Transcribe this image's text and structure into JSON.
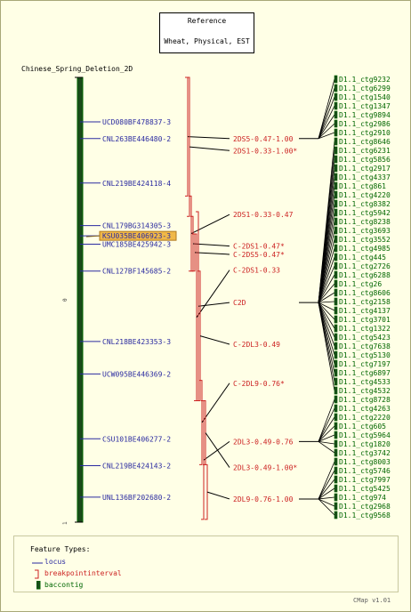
{
  "reference": {
    "title": "Reference",
    "subtitle": "Wheat, Physical, EST"
  },
  "map": {
    "title": "Chinese_Spring_Deletion_2D",
    "scale_start": "0",
    "scale_end": "1",
    "start": 0,
    "end": 1
  },
  "colors": {
    "locus": "#2a2aa0",
    "interval": "#cc2222",
    "contig": "#006600",
    "contig_fill": "#1a4a1a",
    "highlight": "#f0b848",
    "background": "#ffffe6"
  },
  "loci": [
    {
      "label": "UCD080BF478837-3",
      "pos": 0.1,
      "highlight": false
    },
    {
      "label": "CNL263BE446480-2",
      "pos": 0.1375,
      "highlight": false
    },
    {
      "label": "CNL219BE424118-4",
      "pos": 0.2375,
      "highlight": false
    },
    {
      "label": "CNL179BG314305-3",
      "pos": 0.3333,
      "highlight": false
    },
    {
      "label": "KSU035BE406923-3",
      "pos": 0.3563,
      "highlight": true
    },
    {
      "label": "UMC185BE425942-3",
      "pos": 0.375,
      "highlight": false
    },
    {
      "label": "CNL127BF145685-2",
      "pos": 0.4354,
      "highlight": false
    },
    {
      "label": "CNL218BE423353-3",
      "pos": 0.5938,
      "highlight": false
    },
    {
      "label": "UCW095BE446369-2",
      "pos": 0.6667,
      "highlight": false
    },
    {
      "label": "CSU101BE406277-2",
      "pos": 0.8125,
      "highlight": false
    },
    {
      "label": "CNL219BE424143-2",
      "pos": 0.8729,
      "highlight": false
    },
    {
      "label": "UNL136BF202680-2",
      "pos": 0.9438,
      "highlight": false
    }
  ],
  "intervals": [
    {
      "start": 0,
      "end": 0.2667,
      "col": 0,
      "label": "2DS5-0.47-1.00",
      "label_pos": 0.1375
    },
    {
      "start": 0,
      "end": 0.3125,
      "col": 1,
      "label": "2DS1-0.33-1.00*",
      "label_pos": 0.1646
    },
    {
      "start": 0.2667,
      "end": 0.4354,
      "col": 2,
      "label": "2DS1-0.33-0.47",
      "label_pos": 0.3083
    },
    {
      "start": 0.3125,
      "end": 0.4354,
      "col": 3,
      "label": "C-2DS1-0.47*",
      "label_pos": 0.3792
    },
    {
      "start": 0.3521,
      "end": 0.4354,
      "col": 4,
      "label": "C-2DS5-0.47*",
      "label_pos": 0.3979
    },
    {
      "start": 0.3521,
      "end": 0.7271,
      "col": 5,
      "label": "C-2DS1-0.33",
      "label_pos": 0.4333
    },
    {
      "start": 0.3021,
      "end": 0.7271,
      "col": 6,
      "label": "C2D",
      "label_pos": 0.5063
    },
    {
      "start": 0.4354,
      "end": 0.7271,
      "col": 7,
      "label": "C-2DL3-0.49",
      "label_pos": 0.6
    },
    {
      "start": 0.6813,
      "end": 0.8708,
      "col": 8,
      "label": "C-2DL9-0.76*",
      "label_pos": 0.6875
    },
    {
      "start": 0.7271,
      "end": 0.9938,
      "col": 9,
      "label": "2DL3-0.49-0.76",
      "label_pos": 0.8188
    },
    {
      "start": 0.7271,
      "end": 0.8708,
      "col": 10,
      "label": "2DL3-0.49-1.00*",
      "label_pos": 0.8771
    },
    {
      "start": 0.8708,
      "end": 0.9938,
      "col": 11,
      "label": "2DL9-0.76-1.00",
      "label_pos": 0.9479
    }
  ],
  "interval_anchors": [
    {
      "interval": 0,
      "target": 0
    },
    {
      "interval": 6,
      "target": 1
    },
    {
      "interval": 9,
      "target": 2
    },
    {
      "interval": 11,
      "target": 3
    }
  ],
  "contigs": [
    "D1.1_ctg9232",
    "D1.1_ctg6299",
    "D1.1_ctg1540",
    "D1.1_ctg1347",
    "D1.1_ctg9894",
    "D1.1_ctg2986",
    "D1.1_ctg2910",
    "D1.1_ctg8646",
    "D1.1_ctg6231",
    "D1.1_ctg5856",
    "D1.1_ctg2917",
    "D1.1_ctg4337",
    "D1.1_ctg861",
    "D1.1_ctg4220",
    "D1.1_ctg8382",
    "D1.1_ctg5942",
    "D1.1_ctg8238",
    "D1.1_ctg3693",
    "D1.1_ctg3552",
    "D1.1_ctg4985",
    "D1.1_ctg445",
    "D1.1_ctg2726",
    "D1.1_ctg6288",
    "D1.1_ctg26",
    "D1.1_ctg8606",
    "D1.1_ctg2158",
    "D1.1_ctg4137",
    "D1.1_ctg3701",
    "D1.1_ctg1322",
    "D1.1_ctg5423",
    "D1.1_ctg7638",
    "D1.1_ctg5130",
    "D1.1_ctg7197",
    "D1.1_ctg6897",
    "D1.1_ctg4533",
    "D1.1_ctg4532",
    "D1.1_ctg8728",
    "D1.1_ctg4263",
    "D1.1_ctg2220",
    "D1.1_ctg605",
    "D1.1_ctg5964",
    "D1.1_ctg1820",
    "D1.1_ctg3742",
    "D1.1_ctg8003",
    "D1.1_ctg5746",
    "D1.1_ctg7997",
    "D1.1_ctg5425",
    "D1.1_ctg974",
    "D1.1_ctg2968",
    "D1.1_ctg9568"
  ],
  "contig_groups": [
    {
      "members": [
        0,
        6
      ]
    },
    {
      "members": [
        7,
        35
      ]
    },
    {
      "members": [
        36,
        42
      ]
    },
    {
      "members": [
        43,
        49
      ]
    }
  ],
  "legend": {
    "title": "Feature Types:",
    "items": [
      {
        "label": "locus",
        "icon": "line-icon"
      },
      {
        "label": "breakpointinterval",
        "icon": "bracket-icon"
      },
      {
        "label": "baccontig",
        "icon": "bar-icon"
      }
    ]
  },
  "version": "CMap v1.01"
}
